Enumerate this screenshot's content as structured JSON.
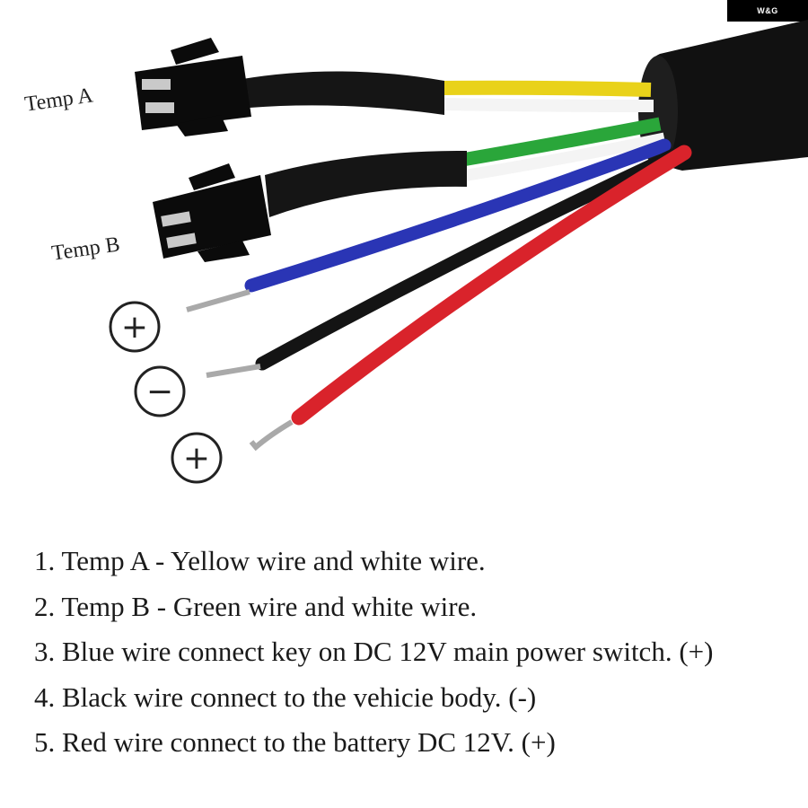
{
  "logo_text": "W&G",
  "labels": {
    "temp_a": "Temp A",
    "temp_b": "Temp B"
  },
  "symbols": {
    "blue": "+",
    "black": "−",
    "red": "+"
  },
  "wire_colors": {
    "yellow": "#e9d21a",
    "white": "#f4f4f4",
    "green": "#2aa63a",
    "blue": "#2a35b5",
    "black": "#141414",
    "red": "#d9232b",
    "sheath": "#111111"
  },
  "notes": [
    "1. Temp A - Yellow wire and white wire.",
    "2. Temp B - Green wire and white wire.",
    "3. Blue wire connect key on DC 12V main power switch. (+)",
    "4. Black wire connect to the vehicie body. (-)",
    "5. Red wire connect to the battery DC 12V. (+)"
  ]
}
